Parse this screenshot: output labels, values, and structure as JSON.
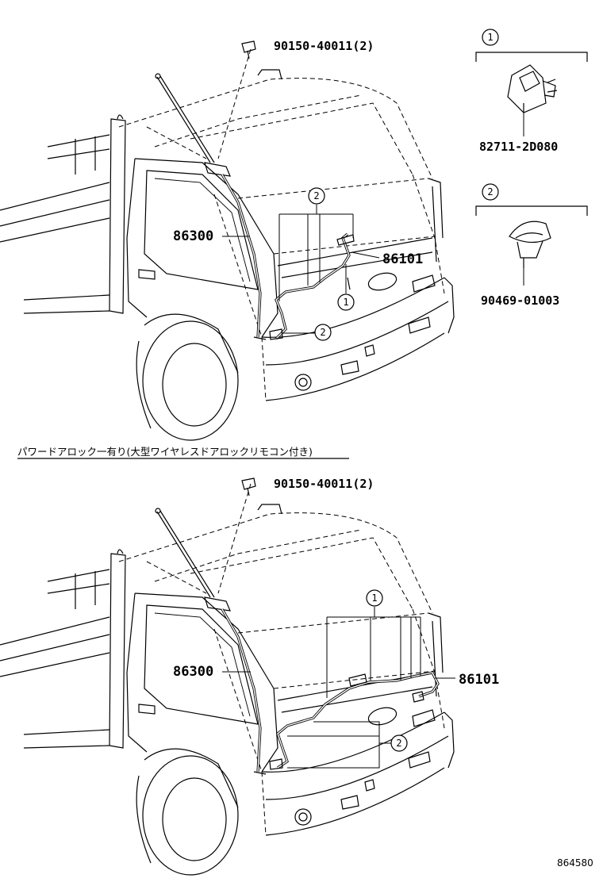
{
  "top": {
    "bolt": "90150-40011(2)",
    "antenna_pole": "86300",
    "harness": "86101",
    "bubble_1": "1",
    "bubble_2": "2"
  },
  "legend": {
    "item1": {
      "num": "1",
      "part": "82711-2D080"
    },
    "item2": {
      "num": "2",
      "part": "90469-01003"
    }
  },
  "caption": "パワードアロック一有り(大型ワイヤレスドアロックリモコン付き)",
  "bottom": {
    "bolt": "90150-40011(2)",
    "antenna_pole": "86300",
    "harness": "86101",
    "bubble_1": "1",
    "bubble_2": "2"
  },
  "reference": "864580"
}
